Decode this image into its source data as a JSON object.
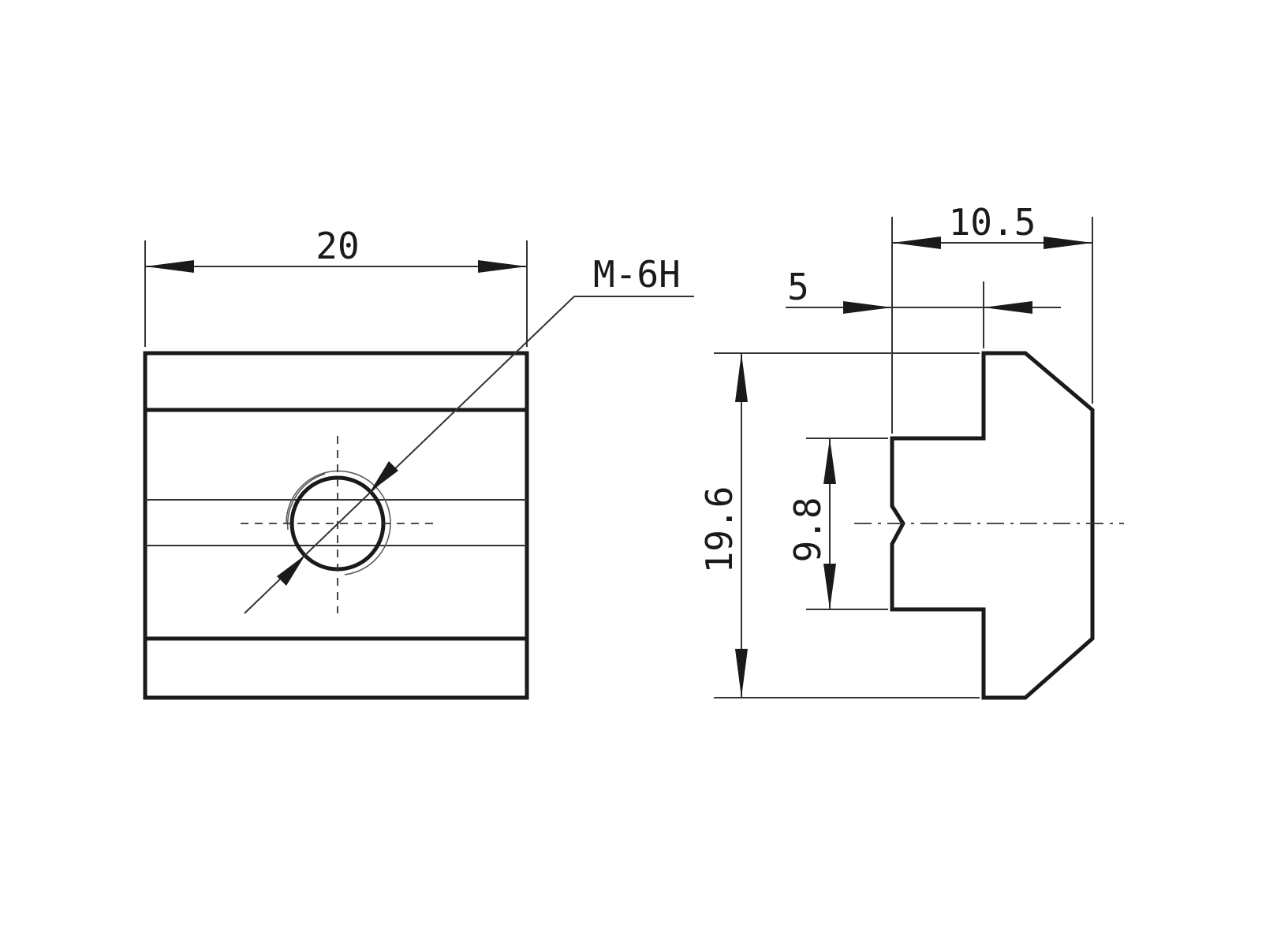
{
  "drawing": {
    "front_view": {
      "width_dimension": "20",
      "thread_callout": "M-6H"
    },
    "side_view": {
      "overall_depth": "10.5",
      "step_depth": "5",
      "overall_height": "19.6",
      "slot_height": "9.8"
    },
    "colors": {
      "line": "#1a1a1a",
      "background": "#ffffff"
    }
  }
}
